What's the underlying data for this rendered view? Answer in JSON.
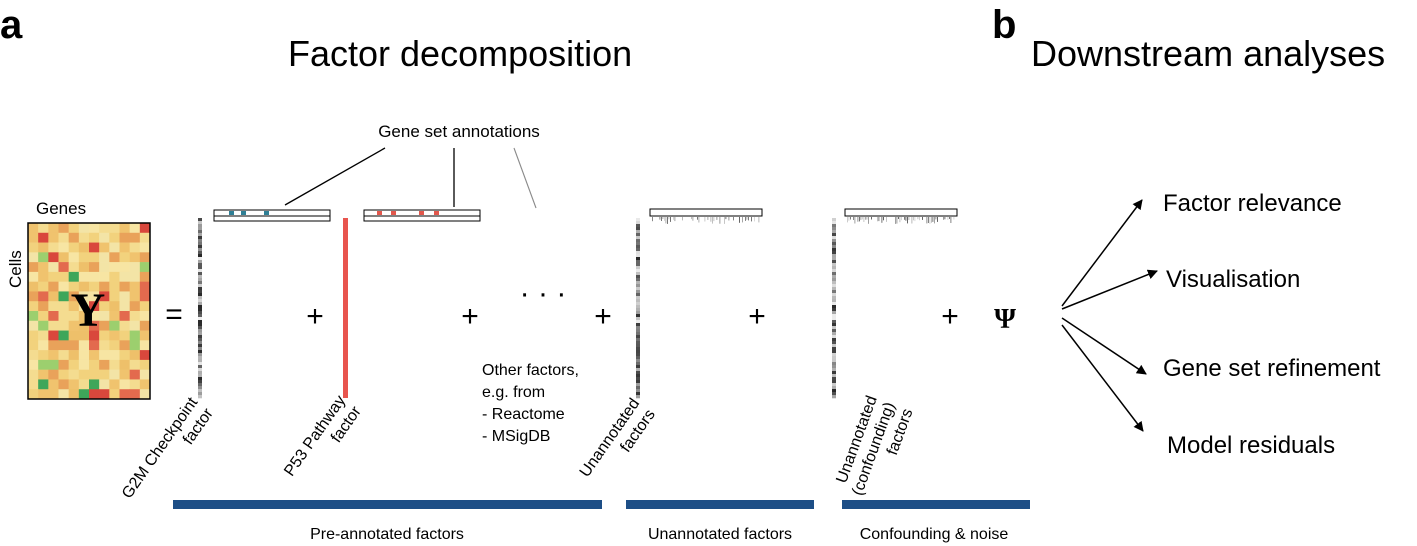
{
  "panels": {
    "a": {
      "letter": "a",
      "title": "Factor decomposition",
      "gene_set_annotations": "Gene set annotations",
      "matrix": {
        "rows_label": "Cells",
        "cols_label": "Genes",
        "symbol": "Y"
      },
      "operators": {
        "equals": "=",
        "plus": "+",
        "ellipsis": "· · ·",
        "noise_symbol": "Ψ"
      },
      "factors": [
        {
          "line1": "G2M Checkpoint",
          "line2": "factor"
        },
        {
          "line1": "P53 Pathway",
          "line2": "factor"
        },
        {
          "line1": "Unannotated",
          "line2": "factors"
        },
        {
          "line1": "Unannotated",
          "line2": "(confounding)",
          "line3": "factors"
        }
      ],
      "other_factors": [
        "Other factors,",
        "e.g. from",
        "- Reactome",
        "- MSigDB"
      ],
      "groups": [
        {
          "label": "Pre-annotated factors"
        },
        {
          "label": "Unannotated factors"
        },
        {
          "label": "Confounding & noise"
        }
      ]
    },
    "b": {
      "letter": "b",
      "title": "Downstream analyses",
      "outcomes": [
        "Factor relevance",
        "Visualisation",
        "Gene set refinement",
        "Model residuals"
      ]
    }
  },
  "colors": {
    "group_bar": "#1d4e86",
    "p53_bar": "#e8554e",
    "g2m_marker": "#2f7f95",
    "p53_marker": "#e2574c"
  }
}
